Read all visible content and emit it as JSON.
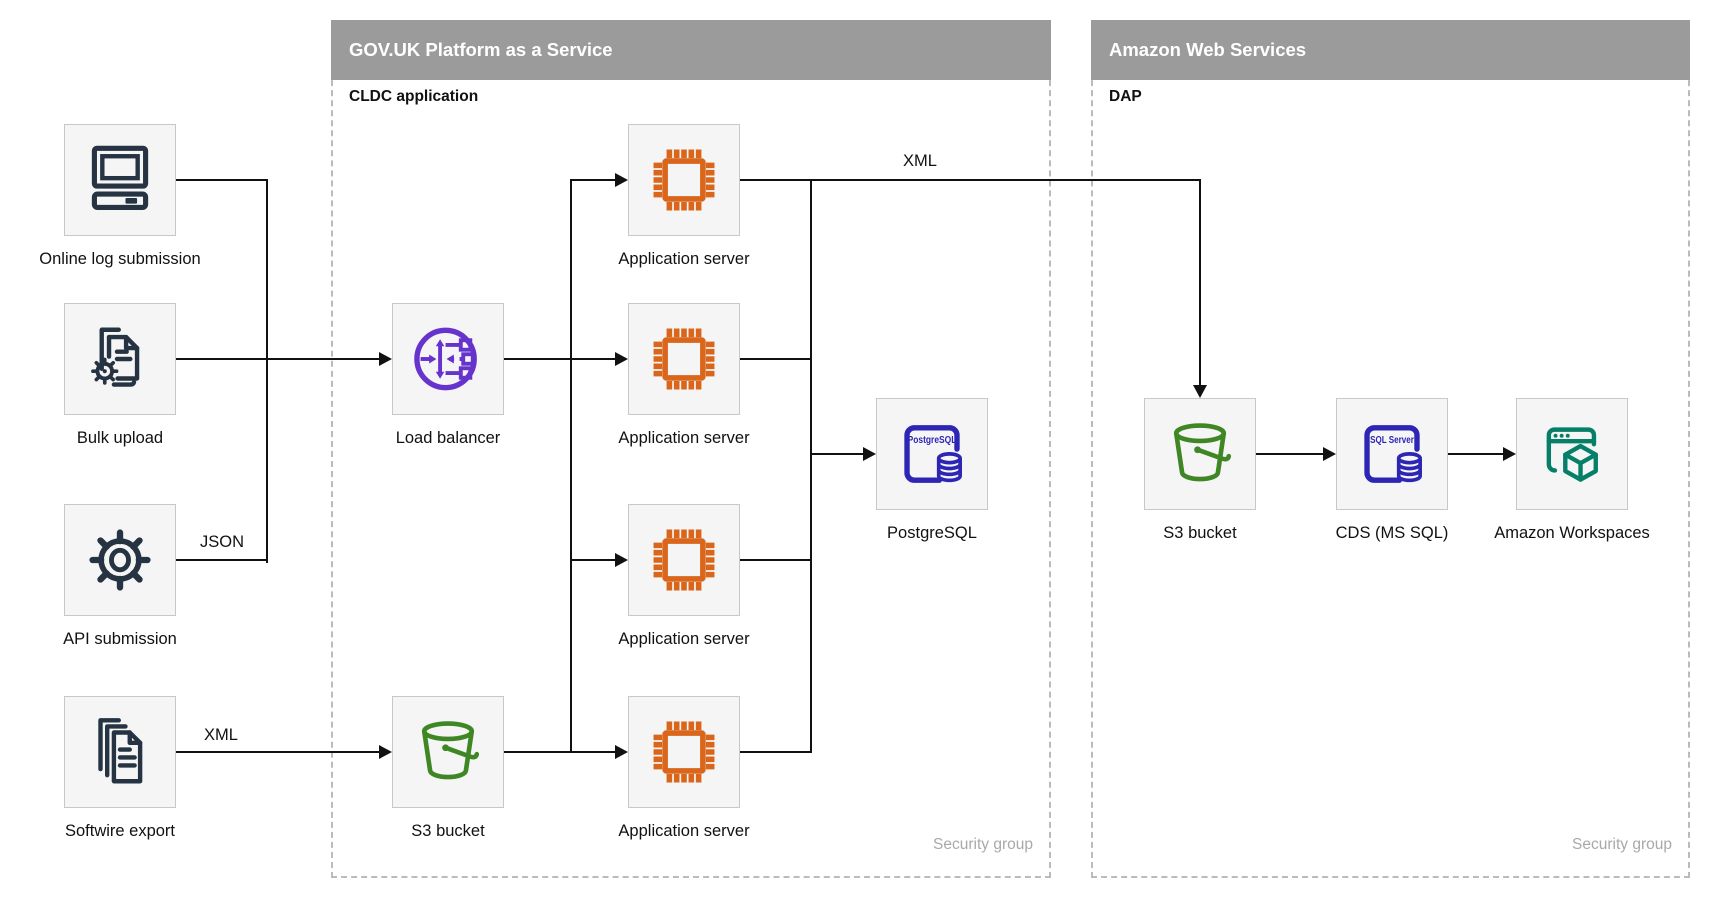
{
  "containers": {
    "paas": {
      "title": "GOV.UK Platform as a Service",
      "sublabel": "CLDC application",
      "footer_label": "Security group"
    },
    "aws": {
      "title": "Amazon Web Services",
      "sublabel": "DAP",
      "footer_label": "Security group"
    }
  },
  "nodes": [
    {
      "id": "online-log-submission",
      "label": "Online log submission",
      "icon": "computer-icon"
    },
    {
      "id": "bulk-upload",
      "label": "Bulk upload",
      "icon": "document-gear-icon"
    },
    {
      "id": "api-submission",
      "label": "API submission",
      "icon": "gear-icon"
    },
    {
      "id": "softwire-export",
      "label": "Softwire export",
      "icon": "documents-stack-icon"
    },
    {
      "id": "load-balancer",
      "label": "Load balancer",
      "icon": "load-balancer-icon"
    },
    {
      "id": "paas-s3-bucket",
      "label": "S3 bucket",
      "icon": "s3-bucket-icon"
    },
    {
      "id": "app-server-1",
      "label": "Application server",
      "icon": "chip-icon"
    },
    {
      "id": "app-server-2",
      "label": "Application server",
      "icon": "chip-icon"
    },
    {
      "id": "app-server-3",
      "label": "Application server",
      "icon": "chip-icon"
    },
    {
      "id": "app-server-4",
      "label": "Application server",
      "icon": "chip-icon"
    },
    {
      "id": "postgresql",
      "label": "PostgreSQL",
      "icon": "postgresql-icon"
    },
    {
      "id": "aws-s3-bucket",
      "label": "S3 bucket",
      "icon": "s3-bucket-icon"
    },
    {
      "id": "cds-ms-sql",
      "label": "CDS (MS SQL)",
      "icon": "sql-server-icon"
    },
    {
      "id": "amazon-workspaces",
      "label": "Amazon Workspaces",
      "icon": "workspaces-icon"
    }
  ],
  "edge_labels": [
    {
      "id": "api-json",
      "text": "JSON"
    },
    {
      "id": "softwire-xml",
      "text": "XML"
    },
    {
      "id": "paas-to-aws-xml",
      "text": "XML"
    }
  ],
  "icon_text": {
    "postgresql": "PostgreSQL",
    "sql_server": "SQL Server"
  },
  "colors": {
    "navy": "#253342",
    "purple": "#6633CC",
    "orange": "#D9661A",
    "green": "#3F8624",
    "blue": "#2D26B5",
    "teal": "#067F68",
    "line": "#111111",
    "dash": "#BBBBBB",
    "boxFill": "#F5F5F5",
    "boxBorder": "#C8C8C8",
    "headerBg": "#9B9B9B",
    "footerText": "#A9A9A9"
  }
}
